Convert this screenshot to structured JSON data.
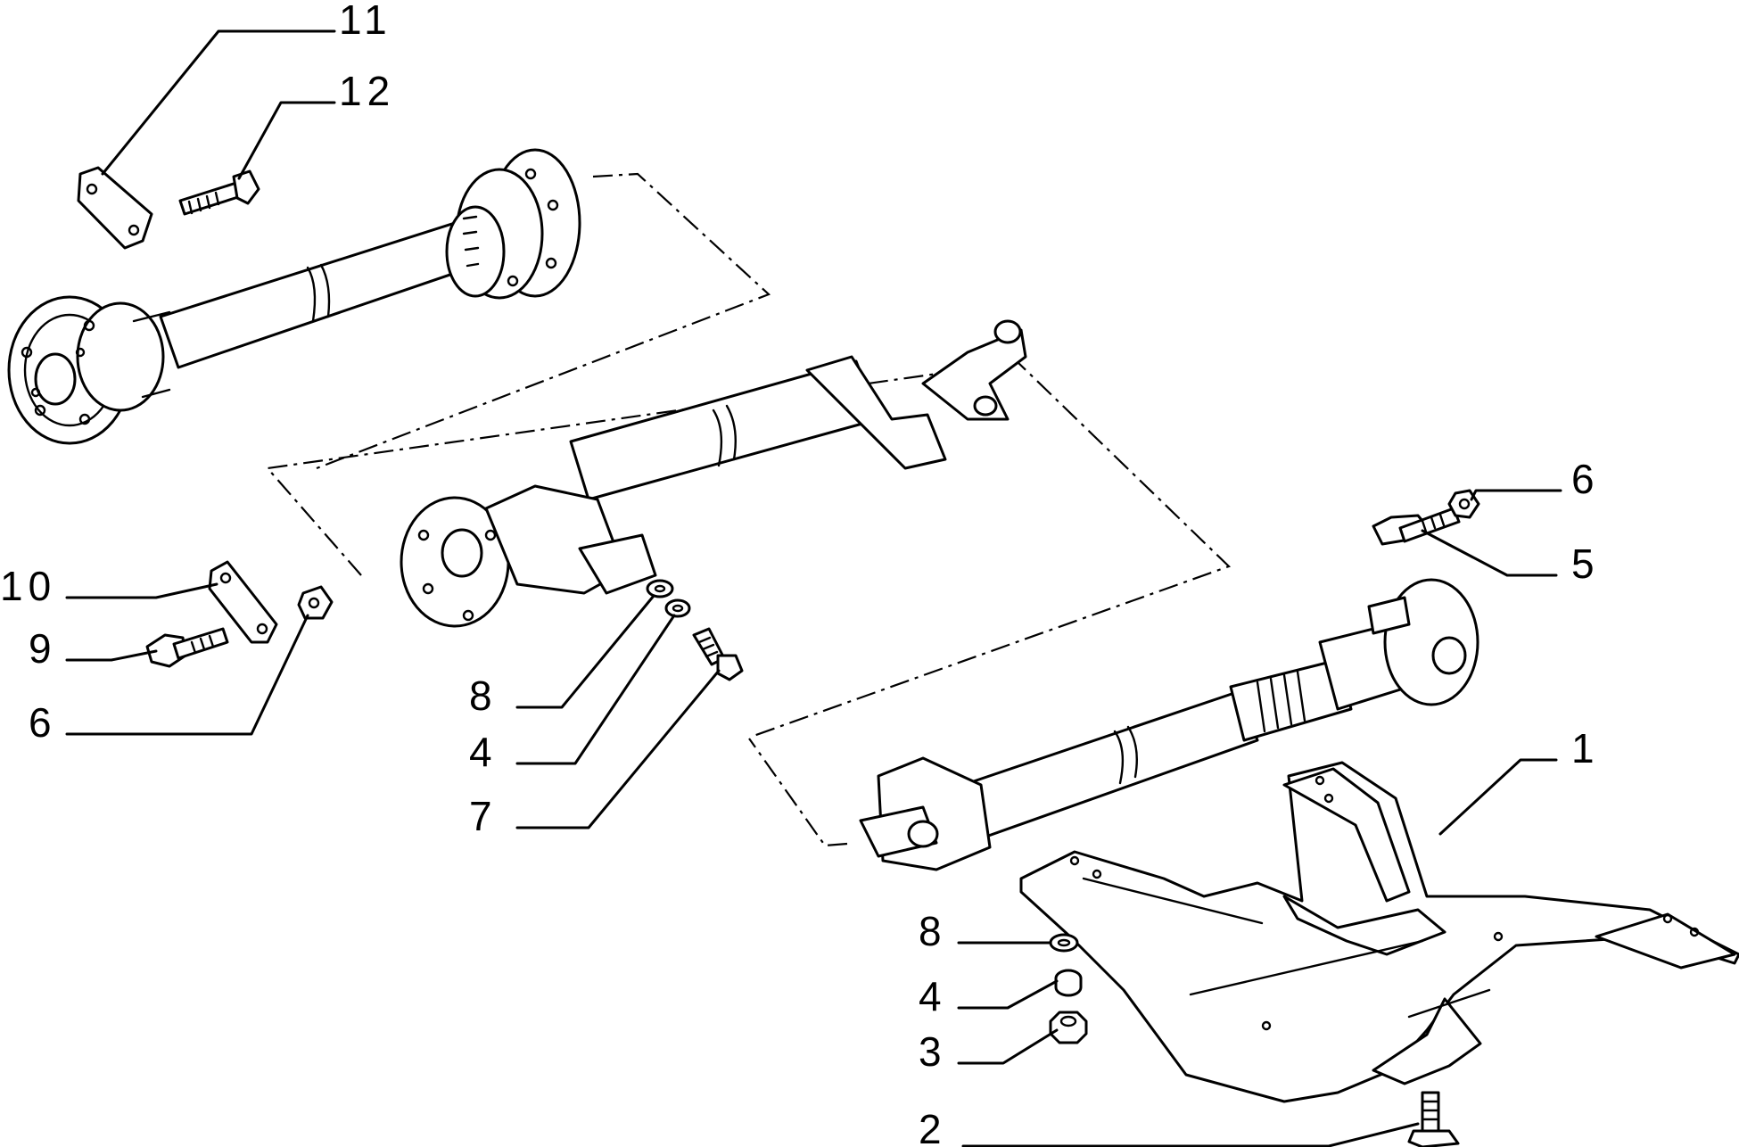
{
  "callouts": [
    {
      "id": "c11a",
      "label": "11"
    },
    {
      "id": "c12",
      "label": "12"
    },
    {
      "id": "c6a",
      "label": "6"
    },
    {
      "id": "c5",
      "label": "5"
    },
    {
      "id": "c10",
      "label": "10"
    },
    {
      "id": "c9",
      "label": "9"
    },
    {
      "id": "c6b",
      "label": "6"
    },
    {
      "id": "c8a",
      "label": "8"
    },
    {
      "id": "c4a",
      "label": "4"
    },
    {
      "id": "c7",
      "label": "7"
    },
    {
      "id": "c1",
      "label": "1"
    },
    {
      "id": "c8b",
      "label": "8"
    },
    {
      "id": "c4b",
      "label": "4"
    },
    {
      "id": "c3",
      "label": "3"
    },
    {
      "id": "c2",
      "label": "2"
    }
  ]
}
